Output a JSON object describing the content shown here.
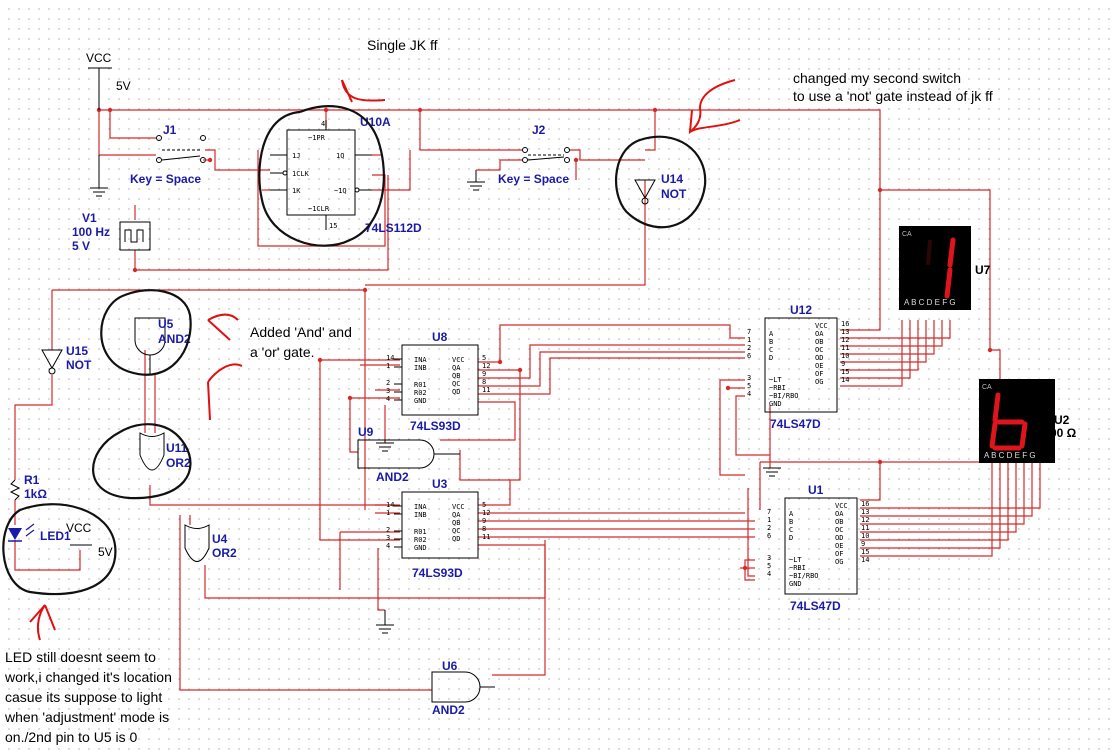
{
  "notes": {
    "single_jk": "Single JK ff",
    "changed_line1": "changed my second switch",
    "changed_line2": "to use a 'not' gate instead of jk ff",
    "added_line1": "Added 'And' and",
    "added_line2": "a 'or' gate.",
    "led_note": [
      "LED still doesnt seem to",
      "work,i changed it's location",
      "casue its suppose to light",
      "when 'adjustment' mode is",
      "on./2nd pin to U5 is 0"
    ]
  },
  "power": {
    "vcc_top": "VCC",
    "vcc_top_value": "5V",
    "vcc_led": "VCC",
    "vcc_led_value": "5V"
  },
  "v1": {
    "name": "V1",
    "freq": "100 Hz",
    "volt": "5 V"
  },
  "switches": {
    "j1": {
      "name": "J1",
      "key": "Key = Space"
    },
    "j2": {
      "name": "J2",
      "key": "Key = Space"
    }
  },
  "u10a": {
    "name": "U10A",
    "part": "74LS112D",
    "pins": {
      "pr": "~1PR",
      "j": "1J",
      "clk": "1CLK",
      "k": "1K",
      "clr": "~1CLR",
      "q": "1Q",
      "qn": "~1Q",
      "p4": "4",
      "p15": "15"
    }
  },
  "gates": {
    "u14": {
      "name": "U14",
      "type": "NOT"
    },
    "u15": {
      "name": "U15",
      "type": "NOT"
    },
    "u5": {
      "name": "U5",
      "type": "AND2"
    },
    "u11": {
      "name": "U11",
      "type": "OR2"
    },
    "u4": {
      "name": "U4",
      "type": "OR2"
    },
    "u9": {
      "name": "U9",
      "type": "AND2"
    },
    "u6": {
      "name": "U6",
      "type": "AND2"
    }
  },
  "r1": {
    "name": "R1",
    "value": "1kΩ"
  },
  "led1": {
    "name": "LED1"
  },
  "counters": {
    "u8": {
      "name": "U8",
      "part": "74LS93D"
    },
    "u3": {
      "name": "U3",
      "part": "74LS93D"
    },
    "pins_left": [
      "INA",
      "INB",
      "R01",
      "R02",
      "GND"
    ],
    "pins_right": [
      "VCC",
      "QA",
      "QB",
      "QC",
      "QD"
    ],
    "pin_nums_left": [
      "14",
      "1",
      "2",
      "3",
      "4"
    ],
    "pin_nums_right": [
      "5",
      "12",
      "9",
      "8",
      "11"
    ]
  },
  "decoders": {
    "u12": {
      "name": "U12",
      "part": "74LS47D"
    },
    "u1": {
      "name": "U1",
      "part": "74LS47D"
    },
    "pins_left": [
      "A",
      "B",
      "C",
      "D",
      "~LT",
      "~RBI",
      "~BI/RBO",
      "GND"
    ],
    "pins_right": [
      "VCC",
      "OA",
      "OB",
      "OC",
      "OD",
      "OE",
      "OF",
      "OG"
    ],
    "pin_nums_left": [
      "7",
      "1",
      "2",
      "6",
      "3",
      "5",
      "4"
    ],
    "pin_nums_right": [
      "16",
      "13",
      "12",
      "11",
      "10",
      "9",
      "15",
      "14"
    ]
  },
  "displays": {
    "u7": {
      "name": "U7",
      "ca": "CA",
      "segs": "A B C D E F G",
      "digit": "1"
    },
    "u2": {
      "name": "U2",
      "ca": "CA",
      "segs": "A B C D E F G",
      "digit": "b",
      "partial": "00 Ω"
    }
  },
  "colors": {
    "wire": "#d42a2a",
    "label": "#1a1aa8",
    "display_red": "#e0141c"
  }
}
